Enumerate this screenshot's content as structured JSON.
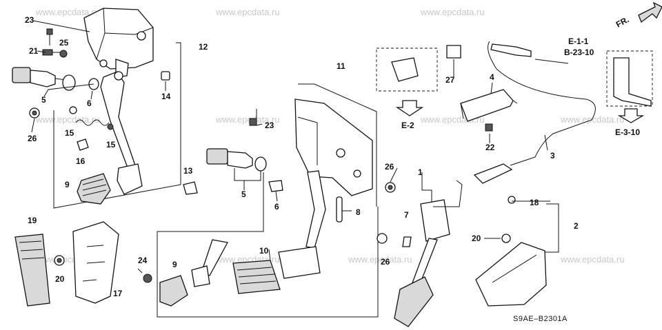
{
  "watermark": "www.epcdata.ru",
  "diagram_code": "S9AE–B2301A",
  "orientation_label": "FR.",
  "references": {
    "e_1_1": "E-1-1",
    "b_23_10": "B-23-10",
    "e_2": "E-2",
    "e_3_10": "E-3-10"
  },
  "callouts": {
    "p1": "1",
    "p2": "2",
    "p3": "3",
    "p4": "4",
    "p5a": "5",
    "p5b": "5",
    "p6a": "6",
    "p6b": "6",
    "p7": "7",
    "p8": "8",
    "p9a": "9",
    "p9b": "9",
    "p10": "10",
    "p11": "11",
    "p12": "12",
    "p13": "13",
    "p14": "14",
    "p15a": "15",
    "p15b": "15",
    "p16": "16",
    "p17": "17",
    "p18": "18",
    "p19": "19",
    "p20a": "20",
    "p20b": "20",
    "p21": "21",
    "p22": "22",
    "p23a": "23",
    "p23b": "23",
    "p24": "24",
    "p25": "25",
    "p26a": "26",
    "p26b": "26",
    "p26c": "26",
    "p27": "27"
  }
}
